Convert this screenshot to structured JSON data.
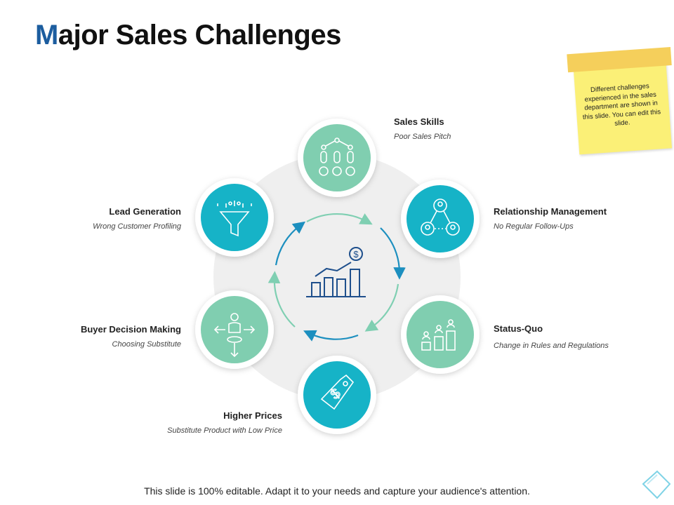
{
  "title_first": "M",
  "title_rest": "ajor Sales Challenges",
  "sticky_note": "Different challenges experienced in the sales department are shown in this slide. You can edit this slide.",
  "nodes": [
    {
      "heading": "Sales Skills",
      "subtext": "Poor Sales Pitch",
      "icon": "people-network-icon",
      "color": "#80ceb0"
    },
    {
      "heading": "Relationship Management",
      "subtext": "No Regular Follow-Ups",
      "icon": "relationship-network-icon",
      "color": "#16b3c7"
    },
    {
      "heading": "Status-Quo",
      "subtext": "Change in Rules and Regulations",
      "icon": "ranking-podium-icon",
      "color": "#80ceb0"
    },
    {
      "heading": "Higher Prices",
      "subtext": "Substitute Product with Low Price",
      "icon": "price-tag-icon",
      "color": "#16b3c7"
    },
    {
      "heading": "Buyer Decision Making",
      "subtext": "Choosing Substitute",
      "icon": "decision-arrows-icon",
      "color": "#80ceb0"
    },
    {
      "heading": "Lead Generation",
      "subtext": "Wrong Customer Profiling",
      "icon": "funnel-icon",
      "color": "#16b3c7"
    }
  ],
  "center_icon": "growth-chart-dollar-icon",
  "footer": "This slide is 100% editable. Adapt it to your needs and capture your audience's attention."
}
